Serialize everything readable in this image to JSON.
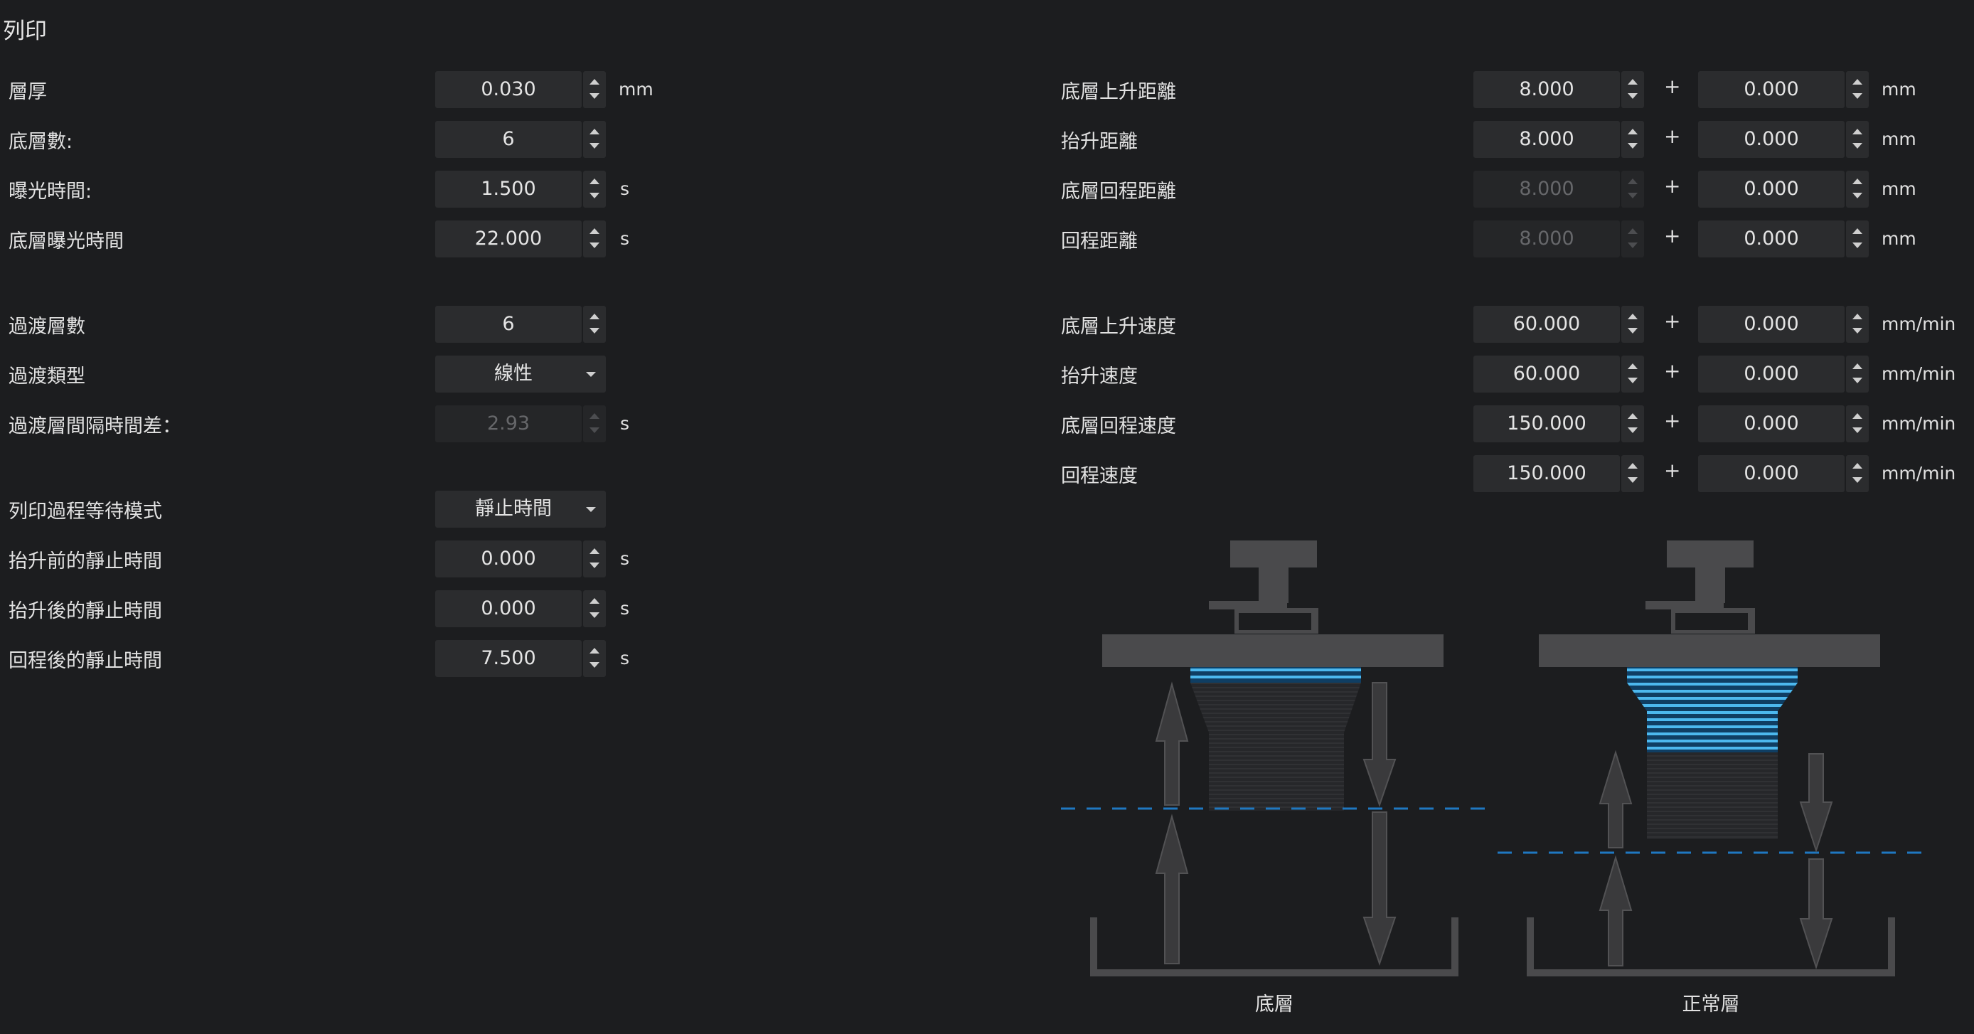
{
  "section_title": "列印",
  "left": {
    "layer_height": {
      "label": "層厚",
      "value": "0.030",
      "unit": "mm"
    },
    "bottom_layers": {
      "label": "底層數:",
      "value": "6"
    },
    "exposure_time": {
      "label": "曝光時間:",
      "value": "1.500",
      "unit": "s"
    },
    "bottom_exposure": {
      "label": "底層曝光時間",
      "value": "22.000",
      "unit": "s"
    },
    "transition_layers": {
      "label": "過渡層數",
      "value": "6"
    },
    "transition_type": {
      "label": "過渡類型",
      "value": "線性"
    },
    "transition_diff": {
      "label": "過渡層間隔時間差：",
      "value": "2.93",
      "unit": "s"
    },
    "wait_mode": {
      "label": "列印過程等待模式",
      "value": "靜止時間"
    },
    "rest_before_lift": {
      "label": "抬升前的靜止時間",
      "value": "0.000",
      "unit": "s"
    },
    "rest_after_lift": {
      "label": "抬升後的靜止時間",
      "value": "0.000",
      "unit": "s"
    },
    "rest_after_retract": {
      "label": "回程後的靜止時間",
      "value": "7.500",
      "unit": "s"
    }
  },
  "right": {
    "rows": [
      {
        "label": "底層上升距離",
        "value": "8.000",
        "extra": "0.000",
        "unit": "mm",
        "disabled": false
      },
      {
        "label": "抬升距離",
        "value": "8.000",
        "extra": "0.000",
        "unit": "mm",
        "disabled": false
      },
      {
        "label": "底層回程距離",
        "value": "8.000",
        "extra": "0.000",
        "unit": "mm",
        "disabled": true
      },
      {
        "label": "回程距離",
        "value": "8.000",
        "extra": "0.000",
        "unit": "mm",
        "disabled": true
      },
      {
        "label": "底層上升速度",
        "value": "60.000",
        "extra": "0.000",
        "unit": "mm/min",
        "disabled": false
      },
      {
        "label": "抬升速度",
        "value": "60.000",
        "extra": "0.000",
        "unit": "mm/min",
        "disabled": false
      },
      {
        "label": "底層回程速度",
        "value": "150.000",
        "extra": "0.000",
        "unit": "mm/min",
        "disabled": false
      },
      {
        "label": "回程速度",
        "value": "150.000",
        "extra": "0.000",
        "unit": "mm/min",
        "disabled": false
      }
    ],
    "plus_sign": "+"
  },
  "diagram": {
    "bottom_caption": "底層",
    "normal_caption": "正常層",
    "accent_color": "#3ba8e0",
    "dashed_color": "#1f78c1"
  }
}
